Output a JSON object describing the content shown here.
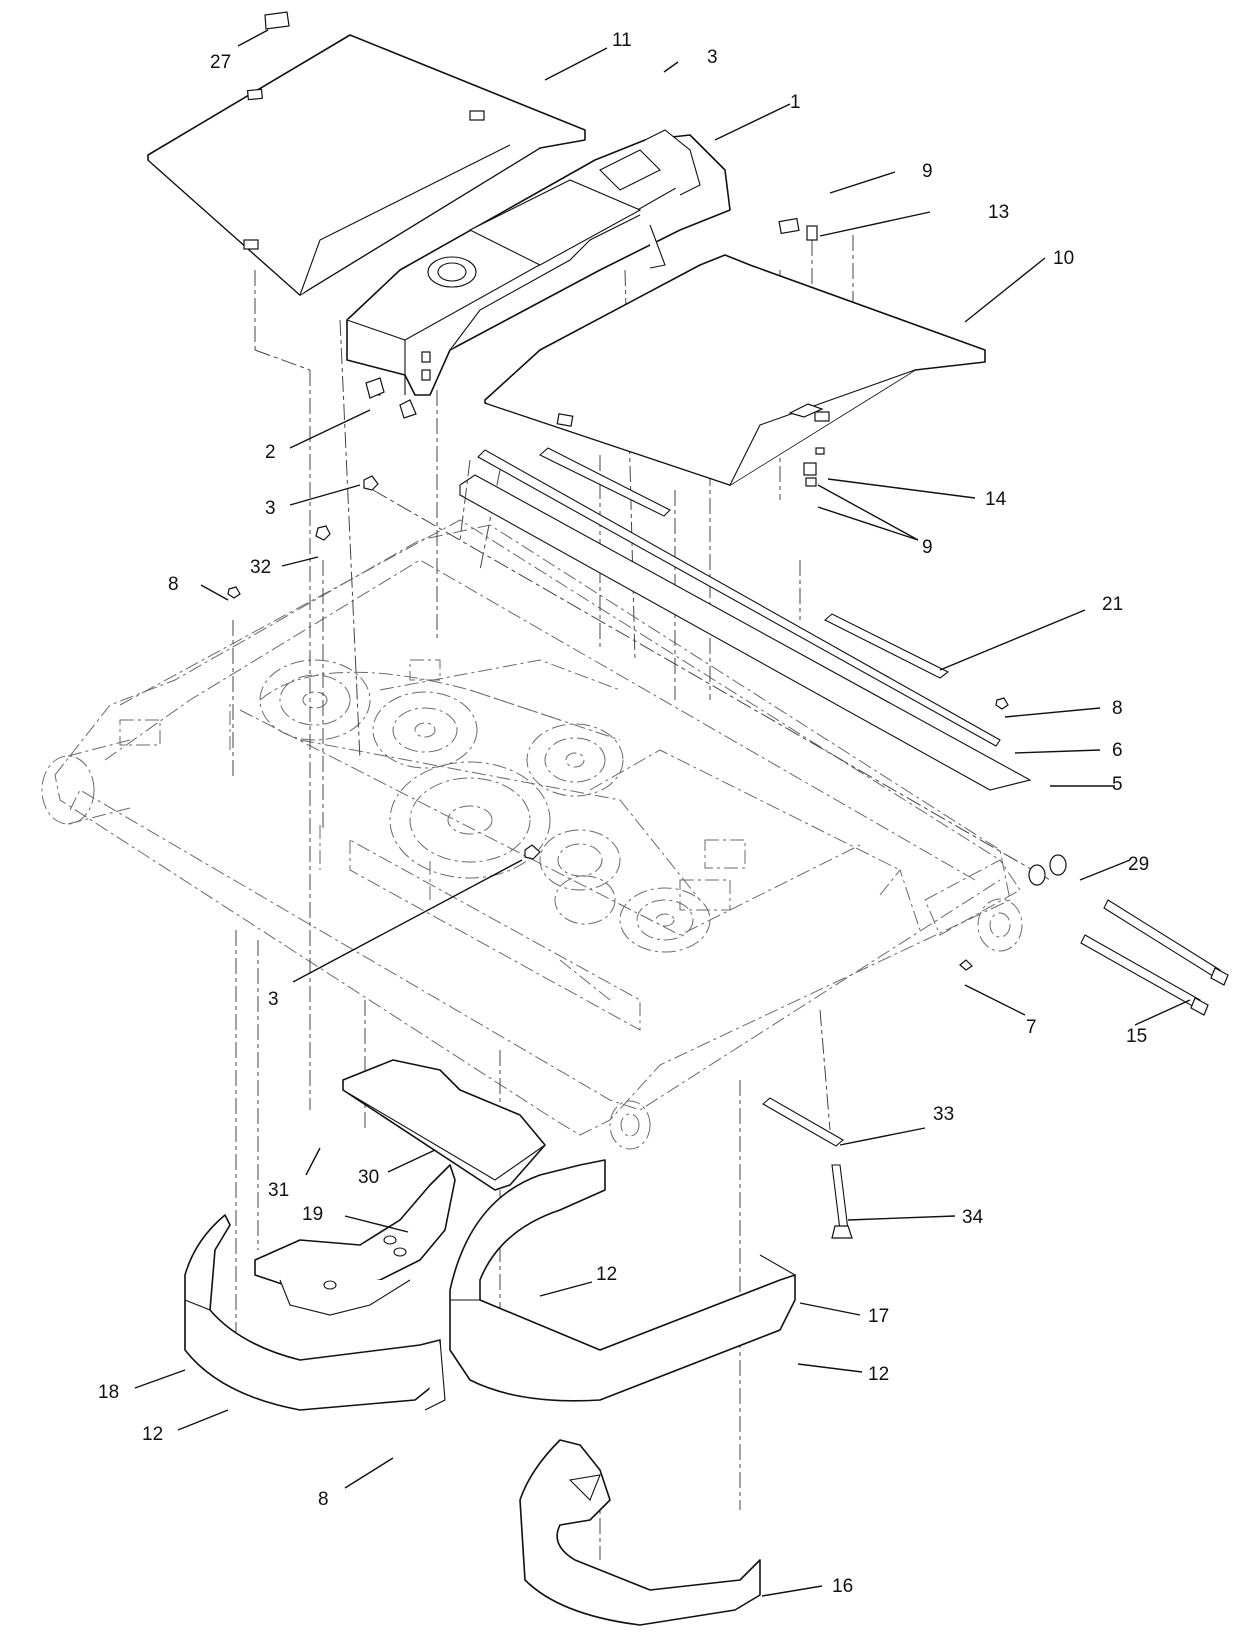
{
  "diagram": {
    "callouts": [
      {
        "id": "c27",
        "label": "27"
      },
      {
        "id": "c11",
        "label": "11"
      },
      {
        "id": "c3a",
        "label": "3"
      },
      {
        "id": "c1",
        "label": "1"
      },
      {
        "id": "c9a",
        "label": "9"
      },
      {
        "id": "c13",
        "label": "13"
      },
      {
        "id": "c10",
        "label": "10"
      },
      {
        "id": "c2",
        "label": "2"
      },
      {
        "id": "c3b",
        "label": "3"
      },
      {
        "id": "c14",
        "label": "14"
      },
      {
        "id": "c9b",
        "label": "9"
      },
      {
        "id": "c32",
        "label": "32"
      },
      {
        "id": "c8a",
        "label": "8"
      },
      {
        "id": "c21",
        "label": "21"
      },
      {
        "id": "c8b",
        "label": "8"
      },
      {
        "id": "c6",
        "label": "6"
      },
      {
        "id": "c5",
        "label": "5"
      },
      {
        "id": "c29",
        "label": "29"
      },
      {
        "id": "c3c",
        "label": "3"
      },
      {
        "id": "c7",
        "label": "7"
      },
      {
        "id": "c15",
        "label": "15"
      },
      {
        "id": "c33",
        "label": "33"
      },
      {
        "id": "c31",
        "label": "31"
      },
      {
        "id": "c30",
        "label": "30"
      },
      {
        "id": "c34",
        "label": "34"
      },
      {
        "id": "c19",
        "label": "19"
      },
      {
        "id": "c12a",
        "label": "12"
      },
      {
        "id": "c17",
        "label": "17"
      },
      {
        "id": "c18",
        "label": "18"
      },
      {
        "id": "c12b",
        "label": "12"
      },
      {
        "id": "c12c",
        "label": "12"
      },
      {
        "id": "c8c",
        "label": "8"
      },
      {
        "id": "c16",
        "label": "16"
      }
    ]
  }
}
